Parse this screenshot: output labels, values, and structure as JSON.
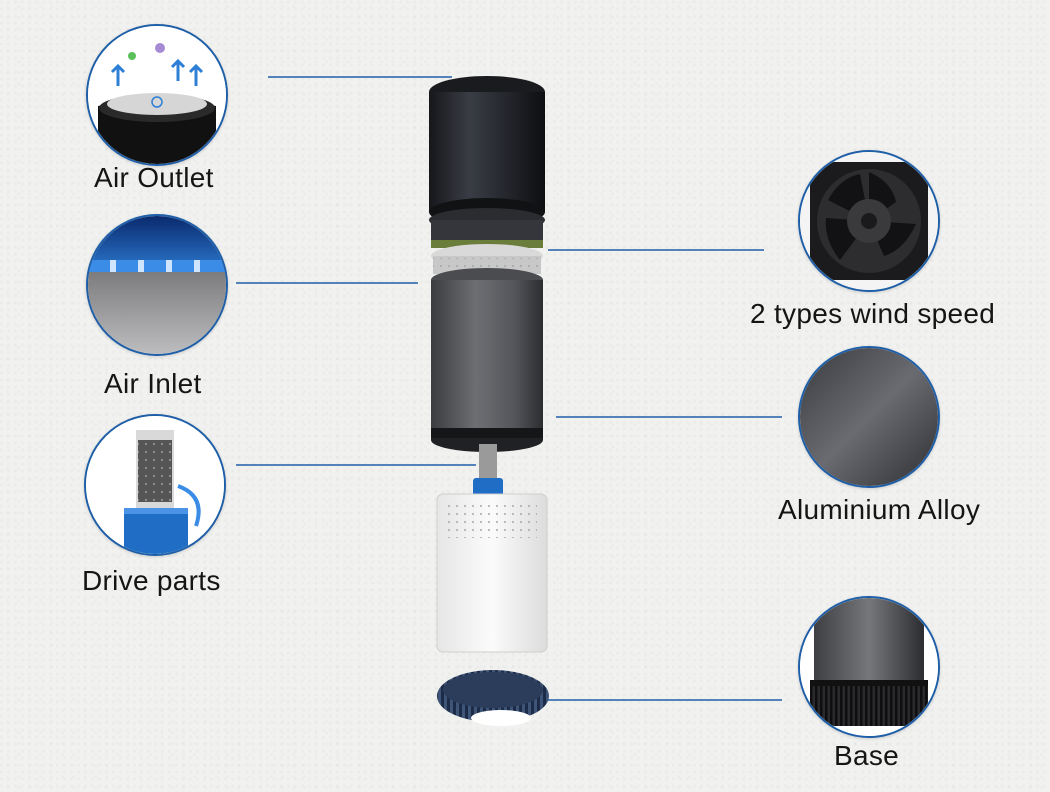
{
  "callouts": {
    "air_outlet": "Air Outlet",
    "air_inlet": "Air Inlet",
    "drive_parts": "Drive parts",
    "wind_speed": "2 types wind speed",
    "aluminium_alloy": "Aluminium Alloy",
    "base": "Base"
  },
  "colors": {
    "leader_line": "#1f5fa8",
    "thumb_border": "#1f5fa8",
    "accent_blue": "#2e7fd6"
  },
  "icons": [
    "power-icon"
  ]
}
